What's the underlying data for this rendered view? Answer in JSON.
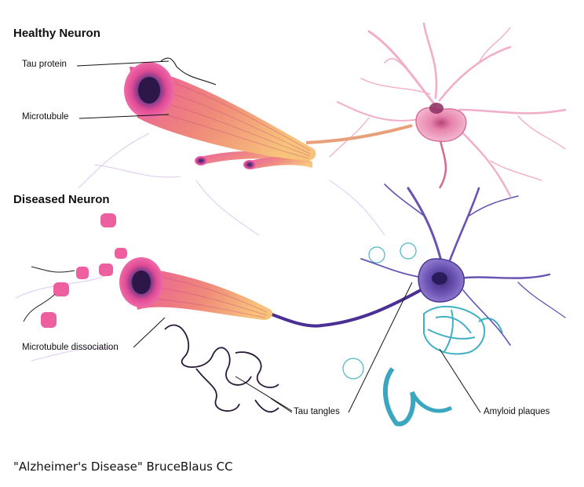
{
  "headings": {
    "healthy": "Healthy Neuron",
    "diseased": "Diseased Neuron"
  },
  "labels": {
    "tau_protein": "Tau protein",
    "microtubule": "Microtubule",
    "microtubule_dissociation": "Microtubule dissociation",
    "tau_tangles": "Tau tangles",
    "amyloid_plaques": "Amyloid plaques"
  },
  "caption": "\"Alzheimer's Disease\" BruceBlaus CC",
  "colors": {
    "healthy_neuron": "#e27aa3",
    "healthy_neuron_body": "#f0a6c4",
    "microtubule_pink": "#e8559b",
    "microtubule_orange": "#f2a65a",
    "diseased_neuron": "#5b3d9e",
    "amyloid": "#1fa3b8",
    "tangle": "#2a1a3a"
  }
}
